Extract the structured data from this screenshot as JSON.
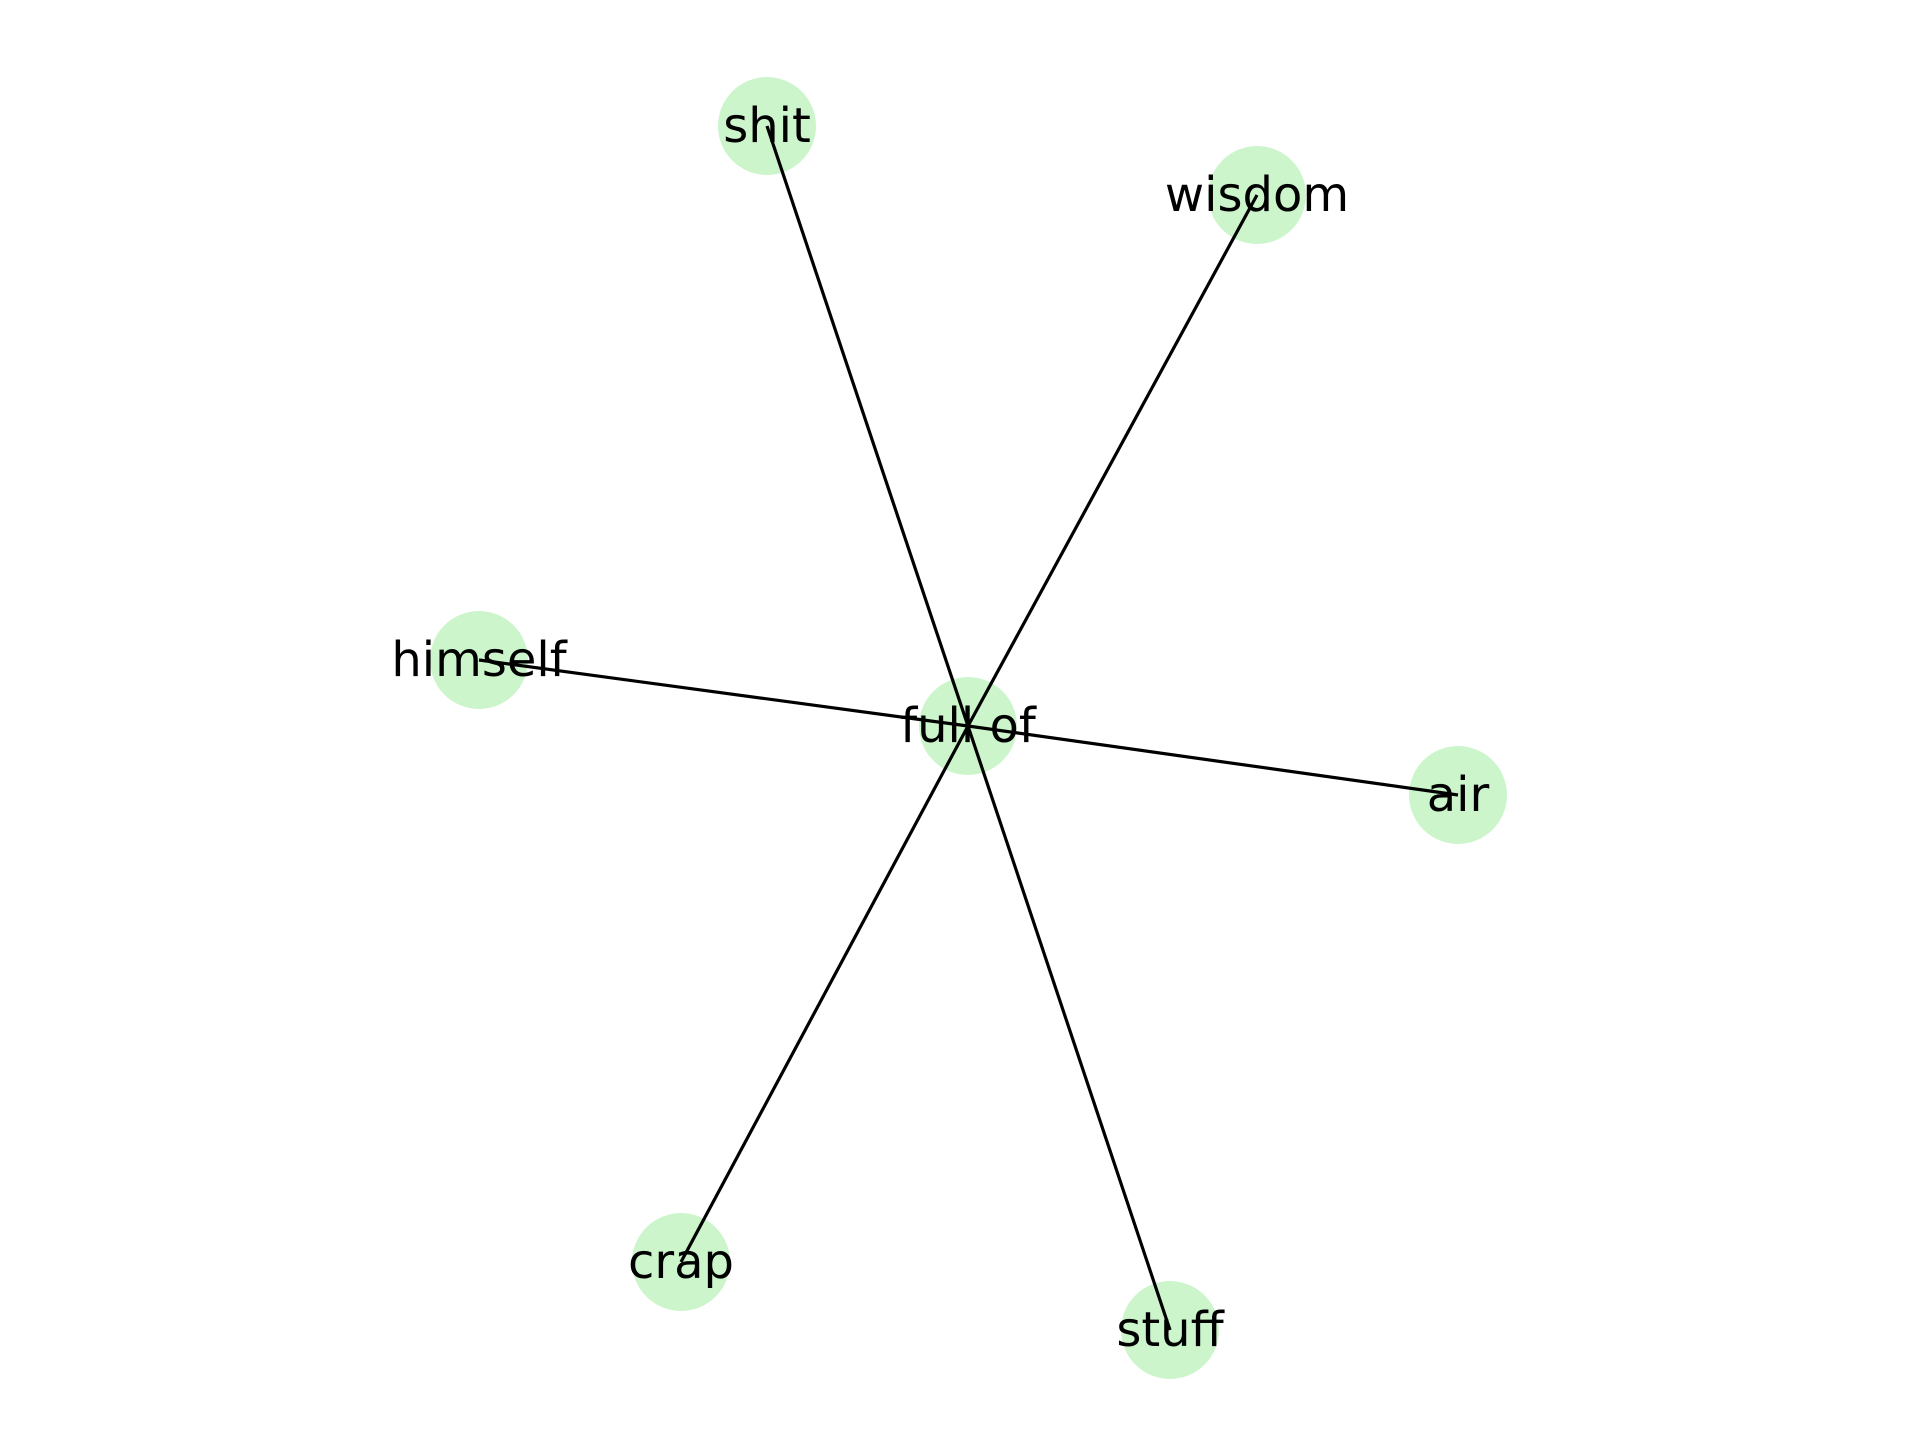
{
  "graph": {
    "node_color": "#ccf5cc",
    "edge_color": "#000000",
    "label_color": "#000000",
    "center": {
      "id": "full-of",
      "label": "full of"
    },
    "nodes": [
      {
        "id": "shit",
        "label": "shit"
      },
      {
        "id": "wisdom",
        "label": "wisdom"
      },
      {
        "id": "himself",
        "label": "himself"
      },
      {
        "id": "air",
        "label": "air"
      },
      {
        "id": "crap",
        "label": "crap"
      },
      {
        "id": "stuff",
        "label": "stuff"
      }
    ],
    "edges": [
      {
        "source": "full-of",
        "target": "shit"
      },
      {
        "source": "full-of",
        "target": "wisdom"
      },
      {
        "source": "full-of",
        "target": "himself"
      },
      {
        "source": "full-of",
        "target": "air"
      },
      {
        "source": "full-of",
        "target": "crap"
      },
      {
        "source": "full-of",
        "target": "stuff"
      }
    ]
  }
}
